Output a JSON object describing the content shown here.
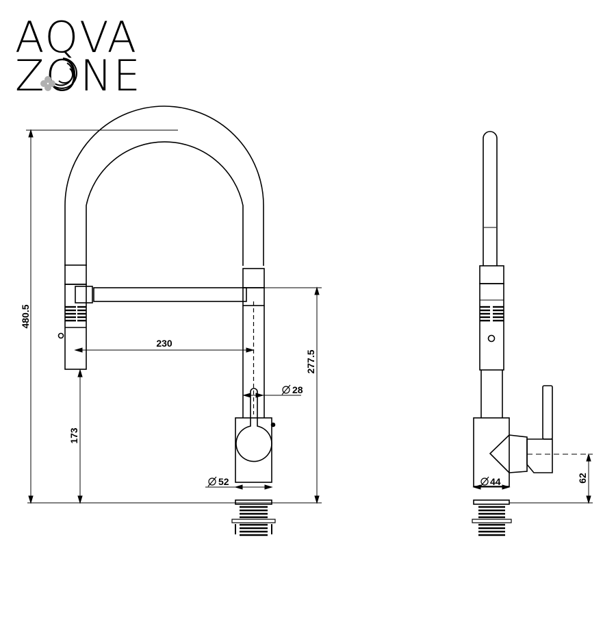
{
  "brand": {
    "line1": "AQVA",
    "line2": "ZONE"
  },
  "colors": {
    "ink": "#000000",
    "background": "#ffffff",
    "logo_accent": "#b0b0b0"
  },
  "front_view": {
    "dimensions": {
      "overall_height": "480.5",
      "spout_height": "277.5",
      "reach": "230",
      "head_height": "173",
      "handle_diameter": "28",
      "base_diameter": "52"
    }
  },
  "side_view": {
    "dimensions": {
      "body_diameter": "44",
      "handle_height": "62"
    }
  },
  "icons": [
    "diameter-symbol",
    "water-drop-logo"
  ]
}
